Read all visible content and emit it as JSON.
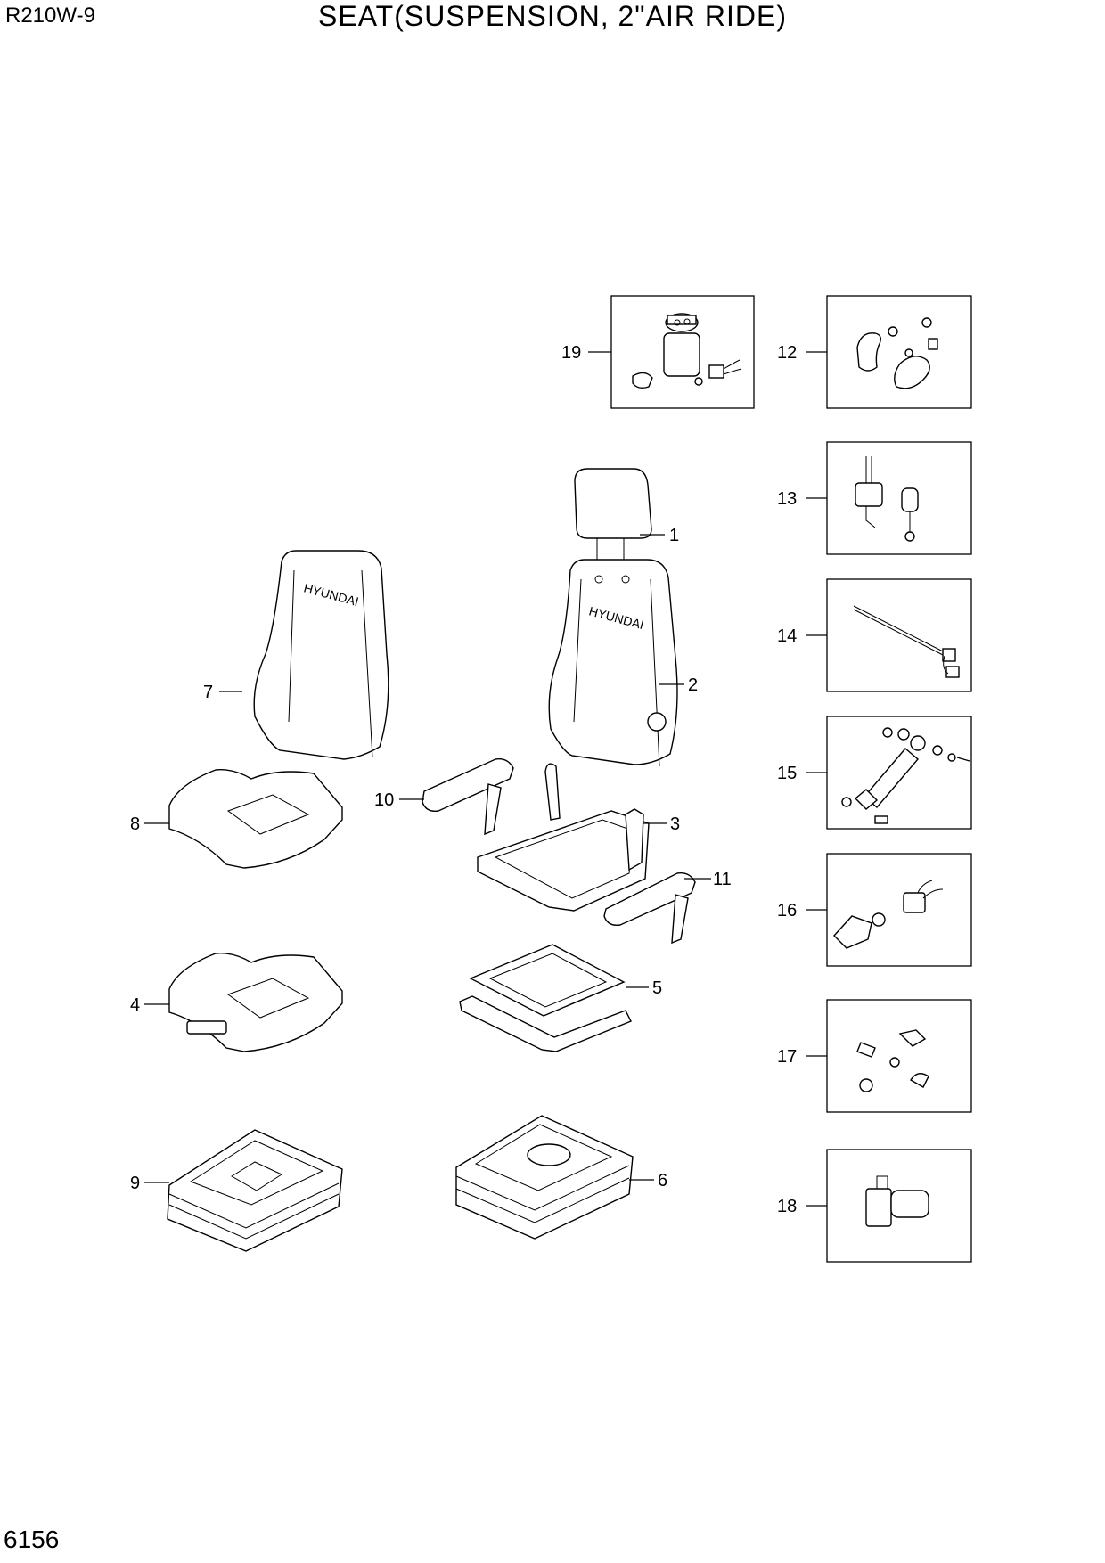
{
  "header": {
    "model": "R210W-9",
    "title": "SEAT(SUSPENSION, 2\"AIR RIDE)"
  },
  "footer": {
    "page_number": "6156"
  },
  "brand_text": "HYUNDAI",
  "callouts": [
    "1",
    "2",
    "3",
    "4",
    "5",
    "6",
    "7",
    "8",
    "9",
    "10",
    "11",
    "12",
    "13",
    "14",
    "15",
    "16",
    "17",
    "18",
    "19"
  ]
}
